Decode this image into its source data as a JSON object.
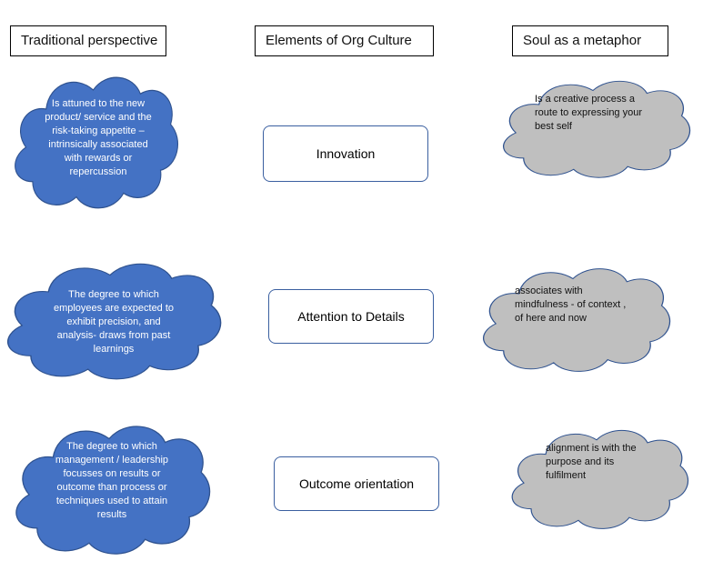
{
  "headers": {
    "traditional": "Traditional perspective",
    "elements": "Elements of Org Culture",
    "soul": "Soul as a metaphor"
  },
  "elements": [
    "Innovation",
    "Attention to Details",
    "Outcome orientation"
  ],
  "traditional_clouds": [
    "Is attuned to the new product/ service and the risk-taking appetite – intrinsically associated with rewards or repercussion",
    "The degree to which employees are expected to exhibit precision, and analysis- draws from past learnings",
    "The degree to which management / leadership focusses on results or outcome than process or techniques used to attain results"
  ],
  "soul_clouds": [
    "Is a creative process a route to expressing your best self",
    "associates with mindfulness - of context , of here and now",
    "alignment is with the purpose and its fulfilment"
  ],
  "colors": {
    "blue_cloud_fill": "#4472C4",
    "blue_cloud_stroke": "#2F528F",
    "grey_cloud_fill": "#BFBFBF",
    "grey_cloud_stroke": "#2F528F",
    "element_border": "#3A5FA0"
  }
}
